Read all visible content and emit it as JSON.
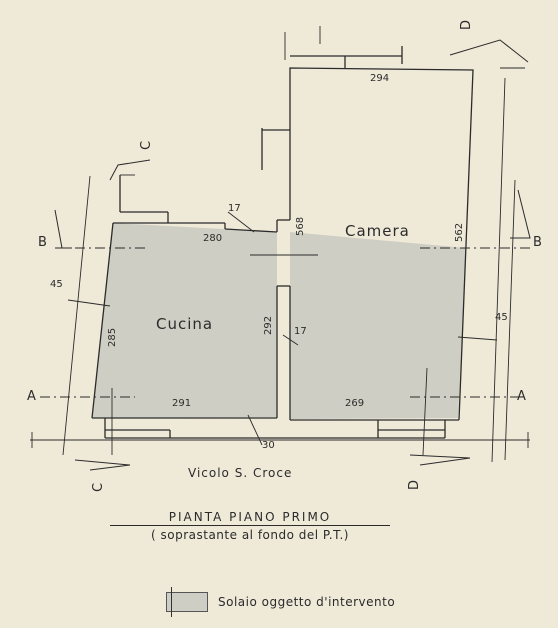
{
  "rooms": {
    "cucina": "Cucina",
    "camera": "Camera"
  },
  "dimensions": {
    "d294": "294",
    "d17_top": "17",
    "d280": "280",
    "d568": "568",
    "d562": "562",
    "d45_left": "45",
    "d45_right": "45",
    "d285": "285",
    "d292": "292",
    "d17_mid": "17",
    "d291": "291",
    "d269": "269",
    "d30": "30"
  },
  "sections": {
    "a_left": "A",
    "a_right": "A",
    "b_left": "B",
    "b_right": "B",
    "c_top": "C",
    "c_bottom": "C",
    "d_top": "D",
    "d_bottom": "D"
  },
  "street": "Vicolo   S.  Croce",
  "title": {
    "main": "PIANTA   PIANO   PRIMO",
    "sub": "( soprastante al fondo del P.T.)"
  },
  "legend": {
    "label": "Solaio  oggetto  d'intervento"
  },
  "colors": {
    "paper": "#efe9d8",
    "hatch": "#cfcec4",
    "ink": "#2b2b2b"
  }
}
